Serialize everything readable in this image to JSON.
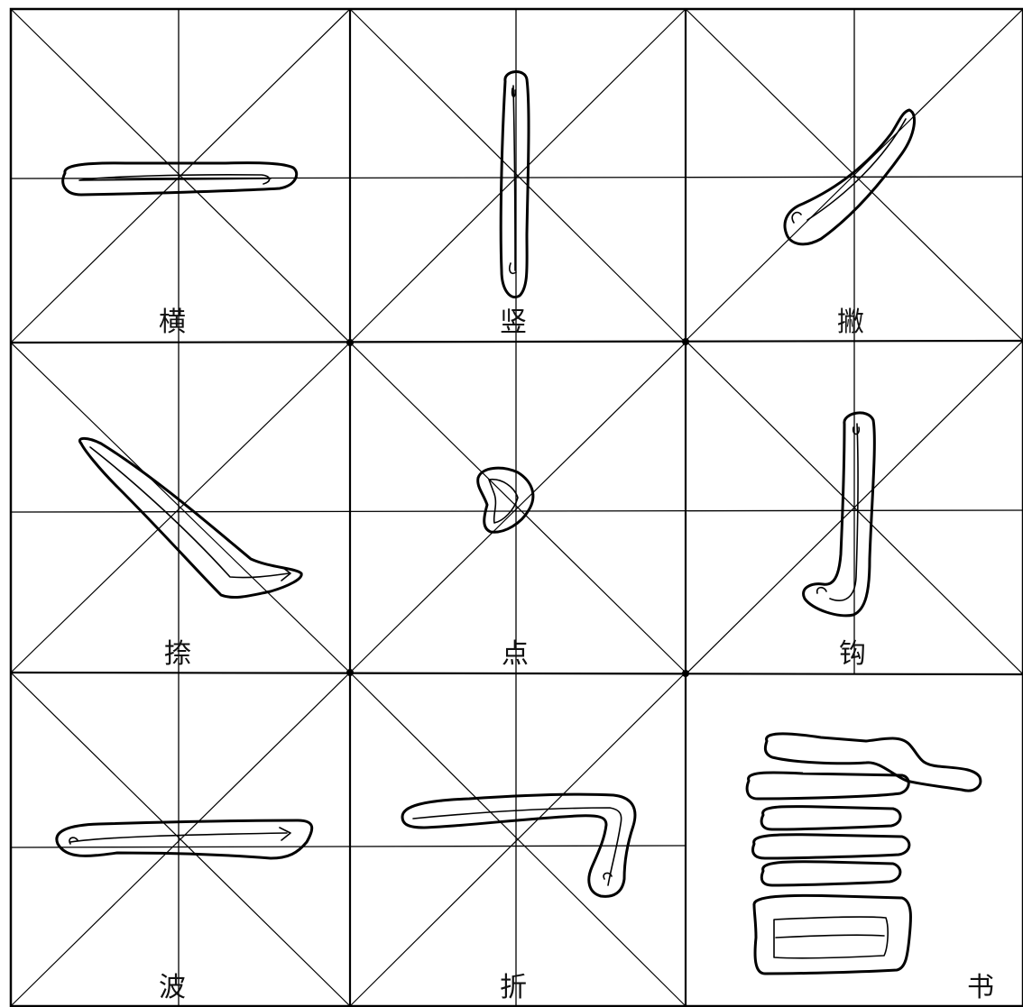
{
  "cells": [
    {
      "id": "heng",
      "label": "横"
    },
    {
      "id": "shu",
      "label": "竖"
    },
    {
      "id": "pie",
      "label": "撇"
    },
    {
      "id": "na",
      "label": "捺"
    },
    {
      "id": "dian",
      "label": "点"
    },
    {
      "id": "gou",
      "label": "钩"
    },
    {
      "id": "bo",
      "label": "波"
    },
    {
      "id": "zhe",
      "label": "折"
    },
    {
      "id": "shu-character",
      "label": "书"
    }
  ],
  "colors": {
    "ink": "#000000",
    "paper": "#ffffff"
  }
}
